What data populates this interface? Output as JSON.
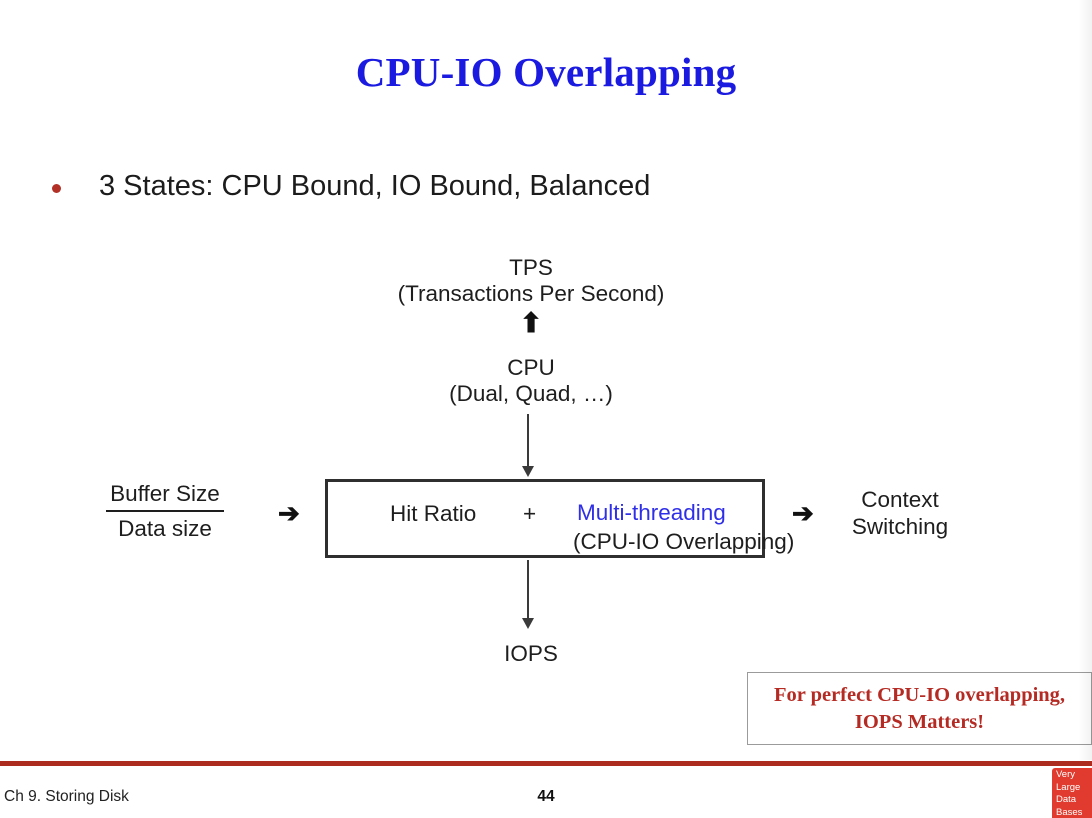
{
  "slide": {
    "title": "CPU-IO Overlapping",
    "title_color": "#1a1ae0",
    "bullet": {
      "marker": "bullet-dot",
      "marker_color": "#b33027",
      "text": "3 States: CPU Bound, IO Bound, Balanced"
    }
  },
  "diagram": {
    "tps": {
      "line1": "TPS",
      "line2": "(Transactions Per Second)"
    },
    "arrow_up_glyph": "⬆",
    "cpu": {
      "line1": "CPU",
      "line2": "(Dual, Quad, …)"
    },
    "arrow_down_glyph": "↓",
    "center_box": {
      "hit_ratio": "Hit Ratio",
      "plus": "+",
      "multi_threading": "Multi-threading",
      "multi_threading_color": "#2f2fe8",
      "overlapping_note": "(CPU-IO Overlapping)",
      "border_color": "#2f2f2f"
    },
    "left_input": {
      "numerator": "Buffer Size",
      "denominator": "Data size",
      "arrow_glyph": "➔"
    },
    "right_output": {
      "arrow_glyph": "➔",
      "line1": "Context",
      "line2": "Switching"
    },
    "iops": "IOPS"
  },
  "callout": {
    "line1": "For perfect CPU-IO overlapping,",
    "line2": "IOPS Matters!",
    "text_color": "#b52b24",
    "border_color": "#9b9b9b"
  },
  "footer": {
    "rule_color": "#ad2c20",
    "chapter": "Ch 9. Storing Disk",
    "page_number": "44",
    "logo": {
      "line1": "Very",
      "line2": "Large",
      "line3": "Data",
      "line4": "Bases",
      "background": "#e03b2e"
    }
  }
}
